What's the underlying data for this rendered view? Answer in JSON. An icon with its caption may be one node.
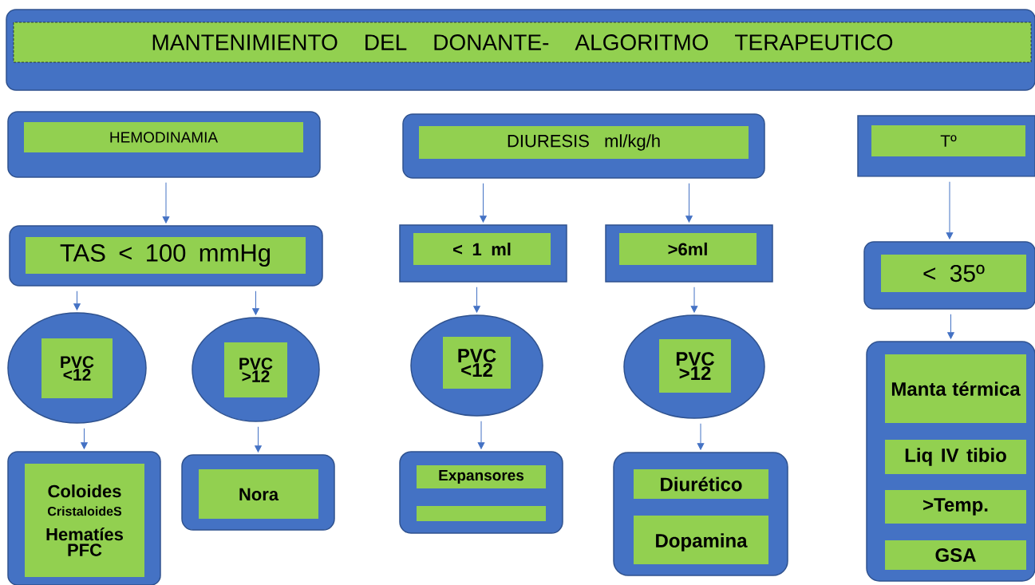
{
  "diagram": {
    "nodes": [
      {
        "text": [],
        "shape": "box"
      },
      {
        "text": [
          "MANTENIMIENTO DEL DONANTE- ALGORITMO TERAPEUTICO"
        ],
        "in": 0
      },
      {
        "text": [],
        "shape": "box"
      },
      {
        "text": [
          "HEMODINAMIA"
        ],
        "in": 2
      },
      {
        "text": [],
        "shape": "box"
      },
      {
        "text": [
          "DIURESIS ml/kg/h"
        ],
        "in": 4
      },
      {
        "text": [],
        "shape": "box"
      },
      {
        "text": [
          "Tº"
        ],
        "in": 6
      },
      {
        "text": [],
        "shape": "box"
      },
      {
        "text": [
          "TAS < 100 mmHg"
        ],
        "in": 8
      },
      {
        "text": [],
        "shape": "box"
      },
      {
        "text": [
          "< 1 ml"
        ],
        "in": 10
      },
      {
        "text": [],
        "shape": "box"
      },
      {
        "text": [
          ">6ml"
        ],
        "in": 12
      },
      {
        "text": [],
        "shape": "box"
      },
      {
        "text": [
          "< 35º"
        ],
        "in": 14
      },
      {
        "text": [],
        "shape": "ellipse"
      },
      {
        "text": [
          "PVC <12"
        ],
        "in": 16
      },
      {
        "text": [],
        "shape": "ellipse"
      },
      {
        "text": [
          "PVC >12"
        ],
        "in": 18
      },
      {
        "text": [],
        "shape": "ellipse"
      },
      {
        "text": [
          "PVC <12"
        ],
        "in": 20
      },
      {
        "text": [],
        "shape": "ellipse"
      },
      {
        "text": [
          "PVC >12"
        ],
        "in": 22
      },
      {
        "text": [],
        "shape": "box"
      },
      {
        "text": [
          "Coloides",
          "CristaloideS",
          "Hematíes",
          "PFC"
        ],
        "in": 24
      },
      {
        "text": [],
        "shape": "box"
      },
      {
        "text": [
          "Nora"
        ],
        "in": 26
      },
      {
        "text": [],
        "shape": "box"
      },
      {
        "text": [
          "Expansores"
        ],
        "in": 28
      },
      {
        "text": [],
        "shape": "box",
        "in": 28
      },
      {
        "text": [],
        "shape": "box"
      },
      {
        "text": [
          "Diurético"
        ],
        "in": 31
      },
      {
        "text": [
          "Dopamina"
        ],
        "in": 31
      },
      {
        "text": [],
        "shape": "box"
      },
      {
        "text": [
          "Manta térmica"
        ],
        "in": 34
      },
      {
        "text": [
          "Liq IV tibio"
        ],
        "in": 34
      },
      {
        "text": [
          ">Temp."
        ],
        "in": 34
      },
      {
        "text": [
          "GSA"
        ],
        "in": 34
      }
    ],
    "edges": [
      {
        "from": 2,
        "to": 8,
        "arrow": "to"
      },
      {
        "from": 4,
        "to": 10,
        "arrow": "to"
      },
      {
        "from": 4,
        "to": 12,
        "arrow": "to"
      },
      {
        "from": 6,
        "to": 14,
        "arrow": "to"
      },
      {
        "from": 8,
        "to": 16,
        "arrow": "to"
      },
      {
        "from": 8,
        "to": 18,
        "arrow": "to"
      },
      {
        "from": 10,
        "to": 20,
        "arrow": "to"
      },
      {
        "from": 12,
        "to": 22,
        "arrow": "to"
      },
      {
        "from": 14,
        "to": 34,
        "arrow": "to"
      },
      {
        "from": 16,
        "to": 24,
        "arrow": "to"
      },
      {
        "from": 18,
        "to": 26,
        "arrow": "to"
      },
      {
        "from": 20,
        "to": 28,
        "arrow": "to"
      },
      {
        "from": 22,
        "to": 31,
        "arrow": "to"
      }
    ]
  }
}
